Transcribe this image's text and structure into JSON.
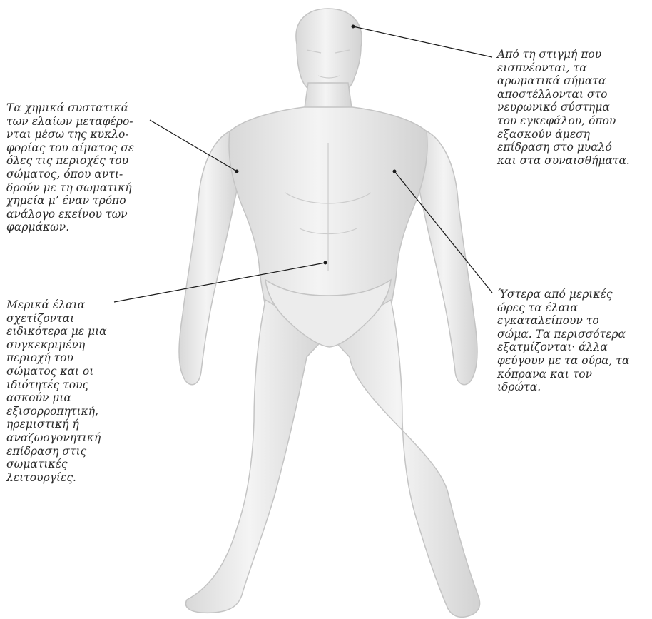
{
  "annotations": {
    "circulation": "Τα χημικά συστατικά\nτων ελαίων μεταφέρο-\nνται μέσω της κυκλο-\nφορίας του αίματος σε\nόλες τις περιοχές του\nσώματος, όπου αντι-\nδρούν με τη σωματική\nχημεία μ’ έναν τρόπο\nανάλογο εκείνου των\nφαρμάκων.",
    "brain": "Από τη στιγμή που\nεισπνέονται, τα\nαρωματικά σήματα\nαποστέλλονται στο\nνευρωνικό σύστημα\nτου εγκεφάλου, όπου\nεξασκούν άμεση\nεπίδραση στο μυαλό\nκαι στα συναισθήματα.",
    "specific_areas": "Μερικά έλαια\nσχετίζονται\nειδικότερα με μια\nσυγκεκριμένη\nπεριοχή του\nσώματος και οι\nιδιότητές τους\nασκούν μια\nεξισορροπητική,\nηρεμιστική ή\nαναζωογονητική\nεπίδραση στις\nσωματικές\nλειτουργίες.",
    "elimination": "Ύστερα από μερικές\nώρες τα έλαια\nεγκαταλείπουν το\nσώμα. Τα περισσότερα\nεξατμίζονται· άλλα\nφεύγουν με τα ούρα, τα\nκόπρανα και τον\nιδρώτα."
  },
  "colors": {
    "background": "#ffffff",
    "figure": "#e9e9e9",
    "figure_shade": "#cfcfcf",
    "text": "#2a2a2a",
    "leader_line": "#1a1a1a"
  }
}
